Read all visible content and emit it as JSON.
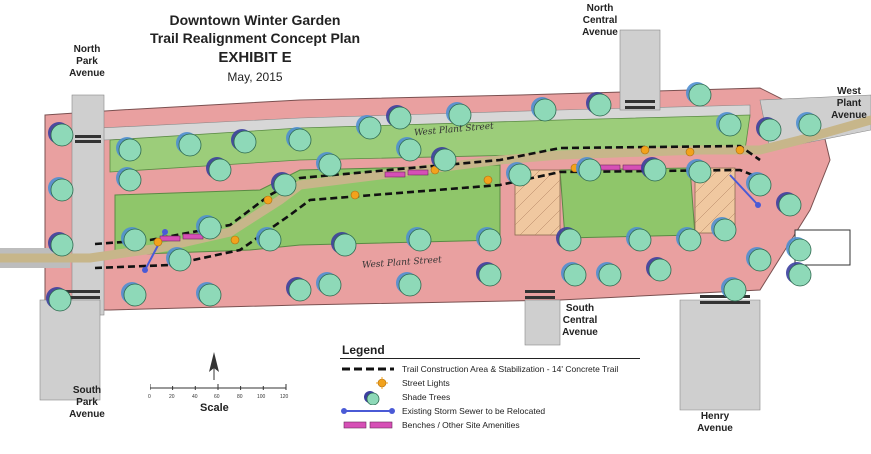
{
  "title": {
    "line1": "Downtown Winter Garden",
    "line2": "Trail Realignment Concept Plan",
    "exhibit": "EXHIBIT E",
    "date": "May, 2015"
  },
  "streets": {
    "north_park": "North Park Avenue",
    "north_central": "North Central Avenue",
    "west_plant": "West Plant Avenue",
    "south_park": "South Park Avenue",
    "south_central": "South Central Avenue",
    "henry": "Henry Avenue",
    "plant_street_upper": "West Plant Street",
    "plant_street_lower": "West Plant Street"
  },
  "legend": {
    "title": "Legend",
    "items": [
      {
        "symbol": "dashed-line",
        "label": "Trail Construction Area & Stabilization - 14' Concrete Trail"
      },
      {
        "symbol": "sun-icon",
        "label": "Street Lights"
      },
      {
        "symbol": "tree-icon",
        "label": "Shade Trees"
      },
      {
        "symbol": "sewer-line",
        "label": "Existing Storm Sewer to be Relocated"
      },
      {
        "symbol": "bench-icon",
        "label": "Benches / Other Site Amenities"
      }
    ]
  },
  "scale": {
    "label": "Scale",
    "ticks": [
      "0",
      "20",
      "40",
      "60",
      "80",
      "100",
      "120"
    ]
  },
  "colors": {
    "road_brick": "#e89a9a",
    "grass": "#8fc66a",
    "trail": "#c8b98e",
    "tree_fill": "#8ed9b8",
    "tree_shade": "#3b3f9e",
    "light": "#f2a21c",
    "bench": "#d64fb6",
    "sewer": "#4a5ad6"
  }
}
